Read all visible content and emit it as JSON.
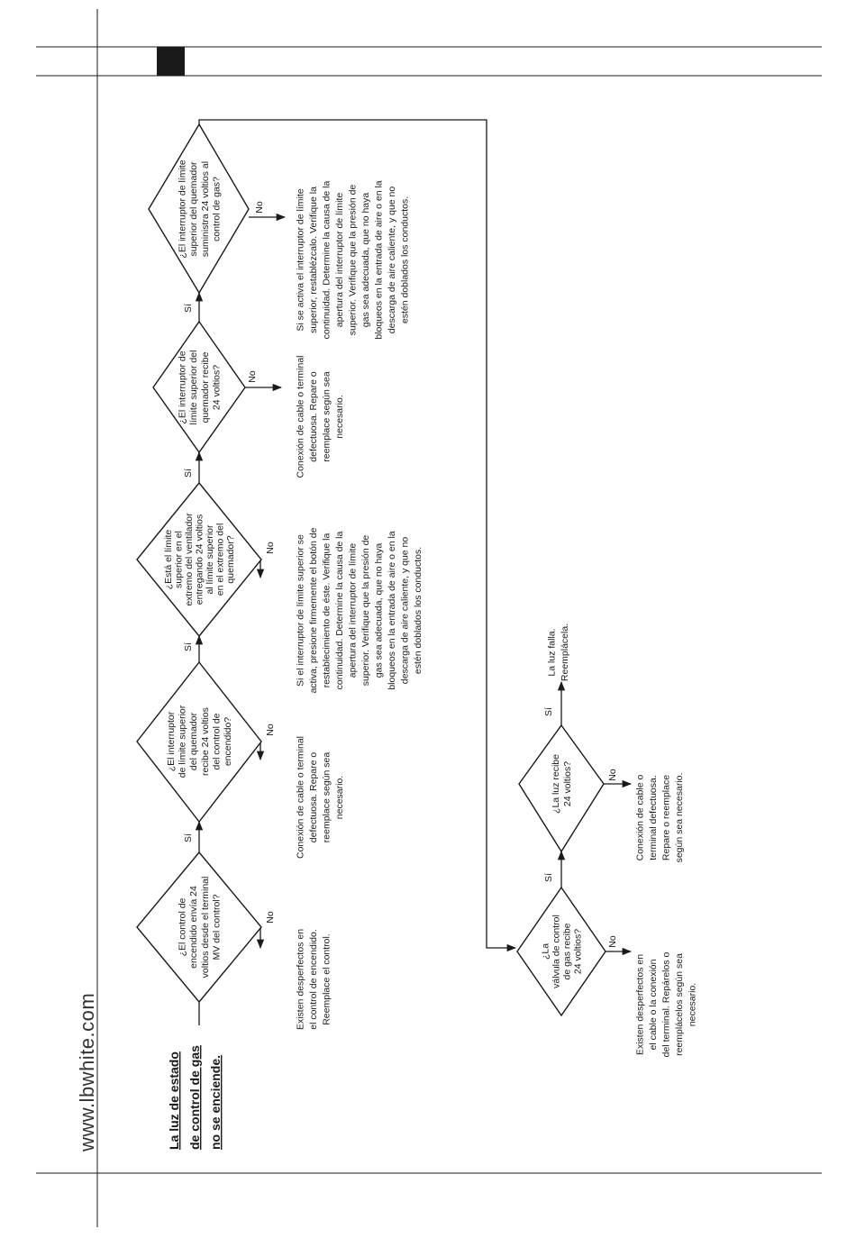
{
  "header": {
    "website": "www.lbwhite.com",
    "block_color": "#1a1a1a"
  },
  "flowchart": {
    "title_lines": [
      "La luz de estado",
      "de control de gas",
      "no se enciende."
    ],
    "labels": {
      "yes": "Sí",
      "no": "No"
    },
    "decisions": [
      {
        "id": "d1",
        "lines": [
          "¿El control de",
          "encendido envía 24",
          "voltios desde el terminal",
          "MV del control?"
        ]
      },
      {
        "id": "d2",
        "lines": [
          "¿El interruptor",
          "de límite superior",
          "del quemador",
          "recibe 24 voltios",
          "del control de",
          "encendido?"
        ]
      },
      {
        "id": "d3",
        "lines": [
          "¿Está el límite",
          "superior en el",
          "extremo del ventilador",
          "entregando 24 voltios",
          "al límite superior",
          "en el extremo del",
          "quemador?"
        ]
      },
      {
        "id": "d4",
        "lines": [
          "¿El interruptor de",
          "límite superior del",
          "quemador recibe",
          "24 voltios?"
        ]
      },
      {
        "id": "d5",
        "lines": [
          "¿El interruptor de límite",
          "superior del quemador",
          "suministra 24 voltios al",
          "control de gas?"
        ]
      },
      {
        "id": "d6",
        "lines": [
          "¿La",
          "válvula de control",
          "de gas recibe",
          "24 voltios?"
        ]
      },
      {
        "id": "d7",
        "lines": [
          "¿La luz recibe",
          "24 voltios?"
        ]
      }
    ],
    "outcomes": [
      {
        "id": "o1",
        "lines": [
          "Existen desperfectos en",
          "el control de encendido.",
          "Reemplace el control."
        ]
      },
      {
        "id": "o2",
        "lines": [
          "Conexión de cable o terminal",
          "defectuosa. Repare o",
          "reemplace según sea",
          "necesario."
        ]
      },
      {
        "id": "o3",
        "lines": [
          "Si el interruptor de límite superior se",
          "activa, presione firmemente el botón de",
          "restablecimiento de éste. Verifique la",
          "continuidad. Determine la causa de la",
          "apertura del interruptor de límite",
          "superior. Verifique que la presión de",
          "gas sea adecuada, que no haya",
          "bloqueos en la entrada de aire o en la",
          "descarga de aire caliente, y que no",
          "estén doblados los conductos."
        ]
      },
      {
        "id": "o4",
        "lines": [
          "Conexión de cable o terminal",
          "defectuosa. Repare o",
          "reemplace según sea",
          "necesario."
        ]
      },
      {
        "id": "o5",
        "lines": [
          "Si se activa el interruptor de límite",
          "superior, restablézcalo. Verifique la",
          "continuidad. Determine la causa de la",
          "apertura del interruptor de límite",
          "superior. Verifique que la presión de",
          "gas sea adecuada, que no haya",
          "bloqueos en la entrada de aire o en la",
          "descarga de aire caliente, y que no",
          "estén doblados los conductos."
        ]
      },
      {
        "id": "o6",
        "lines": [
          "Existen desperfectos en",
          "el cable o la conexión",
          "del terminal. Repárelos o",
          "reemplácelos según sea",
          "necesario."
        ]
      },
      {
        "id": "o7",
        "lines": [
          "Conexión de cable o",
          "terminal defectuosa.",
          "Repare o reemplace",
          "según sea necesario."
        ]
      },
      {
        "id": "o8",
        "lines": [
          "La luz falla.",
          "Reemplácela."
        ]
      }
    ]
  }
}
